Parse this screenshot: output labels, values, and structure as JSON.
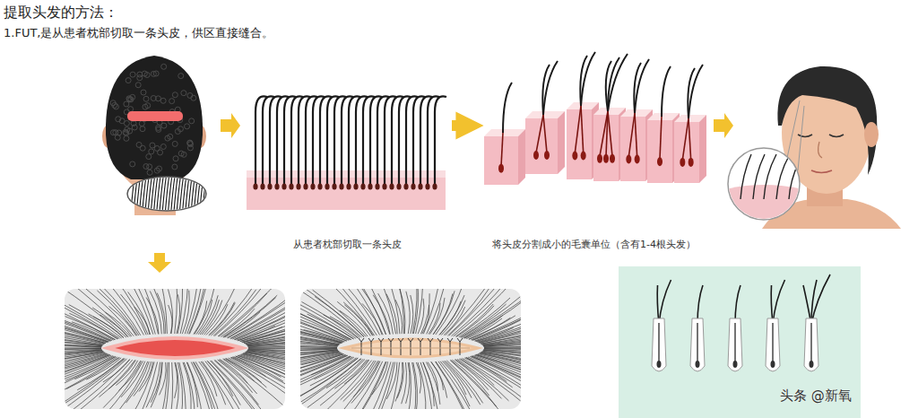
{
  "diagram": {
    "title": "提取头发的方法：",
    "nodes": [
      {
        "text": [
          "从患者枕部切取一条头皮"
        ]
      },
      {
        "text": [
          "将头皮分割成小的毛囊单位（含有1-4根头发）"
        ]
      }
    ],
    "edges": [
      {
        "from": 0,
        "to": 1,
        "arrow": "to"
      }
    ],
    "labels": [
      "1.FUT,是从患者枕部切取一条头皮，供区直接缝合。",
      "头条 @新氧"
    ]
  }
}
